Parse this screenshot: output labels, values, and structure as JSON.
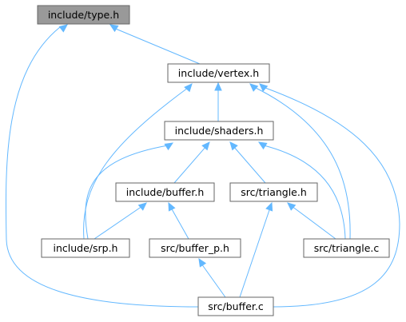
{
  "graph": {
    "nodes": [
      {
        "id": "type_h",
        "label": "include/type.h",
        "highlighted": true
      },
      {
        "id": "vertex_h",
        "label": "include/vertex.h"
      },
      {
        "id": "shaders_h",
        "label": "include/shaders.h"
      },
      {
        "id": "buffer_h",
        "label": "include/buffer.h"
      },
      {
        "id": "triangle_h",
        "label": "src/triangle.h"
      },
      {
        "id": "srp_h",
        "label": "include/srp.h"
      },
      {
        "id": "buffer_p_h",
        "label": "src/buffer_p.h"
      },
      {
        "id": "triangle_c",
        "label": "src/triangle.c"
      },
      {
        "id": "buffer_c",
        "label": "src/buffer.c"
      }
    ],
    "edges": [
      [
        "vertex_h",
        "type_h"
      ],
      [
        "buffer_c",
        "type_h"
      ],
      [
        "shaders_h",
        "vertex_h"
      ],
      [
        "srp_h",
        "vertex_h"
      ],
      [
        "triangle_c",
        "vertex_h"
      ],
      [
        "buffer_c",
        "vertex_h"
      ],
      [
        "buffer_h",
        "shaders_h"
      ],
      [
        "triangle_h",
        "shaders_h"
      ],
      [
        "srp_h",
        "shaders_h"
      ],
      [
        "triangle_c",
        "shaders_h"
      ],
      [
        "srp_h",
        "buffer_h"
      ],
      [
        "buffer_p_h",
        "buffer_h"
      ],
      [
        "triangle_c",
        "triangle_h"
      ],
      [
        "buffer_c",
        "triangle_h"
      ],
      [
        "buffer_c",
        "buffer_p_h"
      ]
    ],
    "colors": {
      "edge": "#63b8ff",
      "node_border": "#666666",
      "highlight_fill": "#999999"
    }
  }
}
